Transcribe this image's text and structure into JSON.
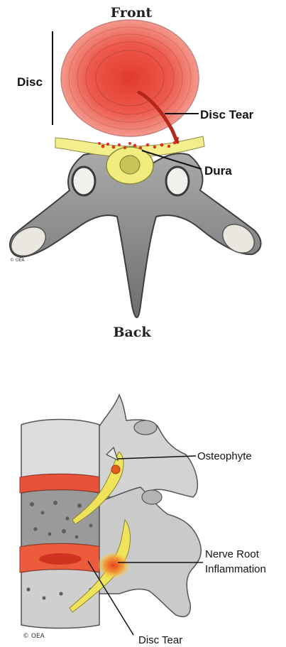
{
  "top_diagram": {
    "front_label": "Front",
    "back_label": "Back",
    "disc_label": "Disc",
    "disc_tear_label": "Disc Tear",
    "dura_label": "Dura",
    "copyright": "© OEA"
  },
  "bottom_diagram": {
    "osteophyte_label": "Osteophyte",
    "nerve_root_label_line1": "Nerve Root",
    "nerve_root_label_line2": "Inflammation",
    "disc_tear_label": "Disc Tear",
    "copyright": "© OEA"
  }
}
